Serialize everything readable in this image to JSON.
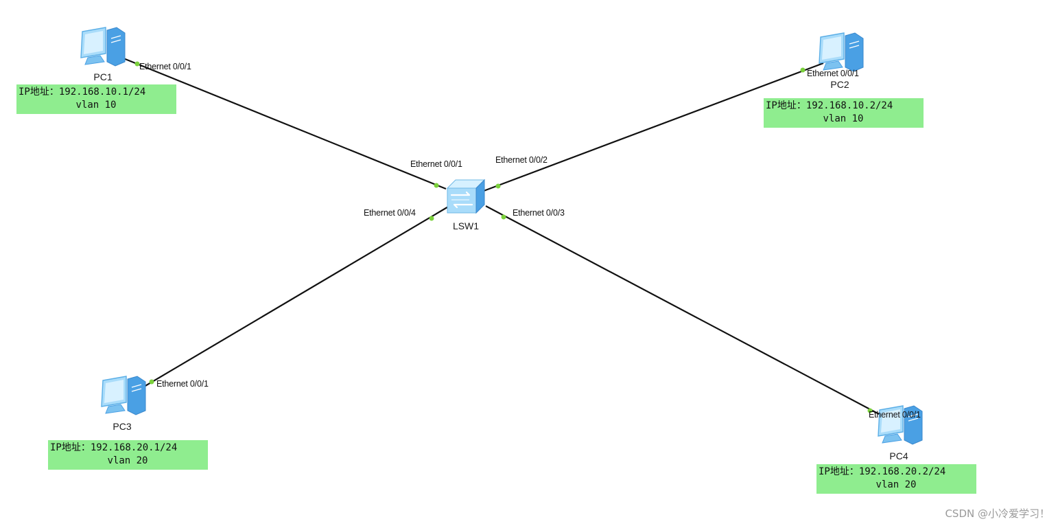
{
  "diagram": {
    "switch": {
      "name": "LSW1"
    },
    "pcs": [
      {
        "name": "PC1",
        "ip_label": "IP地址：192.168.10.1/24",
        "vlan_label": "vlan 10",
        "pc_port": "Ethernet 0/0/1",
        "switch_port": "Ethernet 0/0/1"
      },
      {
        "name": "PC2",
        "ip_label": "IP地址：192.168.10.2/24",
        "vlan_label": "vlan 10",
        "pc_port": "Ethernet 0/0/1",
        "switch_port": "Ethernet 0/0/2"
      },
      {
        "name": "PC3",
        "ip_label": "IP地址：192.168.20.1/24",
        "vlan_label": "vlan 20",
        "pc_port": "Ethernet 0/0/1",
        "switch_port": "Ethernet 0/0/4"
      },
      {
        "name": "PC4",
        "ip_label": "IP地址：192.168.20.2/24",
        "vlan_label": "vlan 20",
        "pc_port": "Ethernet 0/0/1",
        "switch_port": "Ethernet 0/0/3"
      }
    ],
    "colors": {
      "link": "#111111",
      "port_dot": "#7bd13c",
      "note_bg": "#8fed8f",
      "device_blue": "#4aa8e8"
    }
  },
  "watermark": "CSDN @小冷爱学习！"
}
